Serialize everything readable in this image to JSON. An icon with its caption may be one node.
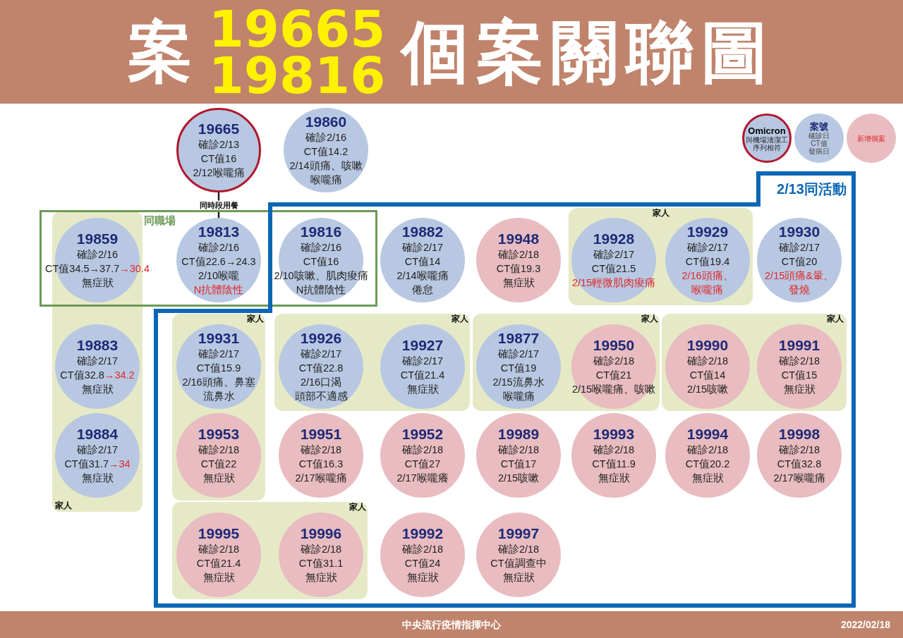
{
  "diagram": {
    "title": "案19665 19816個案關聯圖",
    "nodes": [
      {
        "text": [
          "19665",
          "確診2/13",
          "CT值16",
          "2/12喉嚨痛"
        ]
      },
      {
        "text": [
          "19860",
          "確診2/16",
          "CT值14.2",
          "2/14頭痛、咳嗽",
          "喉嚨痛"
        ]
      },
      {
        "text": [
          "2/13同活動"
        ]
      },
      {
        "text": [
          "同職場"
        ]
      },
      {
        "text": [
          "家人"
        ]
      },
      {
        "text": [
          "19859",
          "確診2/16",
          "CT值34.5→37.7",
          "→30.4",
          "無症狀"
        ]
      },
      {
        "text": [
          "19813",
          "確診2/16",
          "CT值22.6→24.3",
          "2/10喉嚨",
          "N抗體陰性"
        ],
        "in": 3
      },
      {
        "text": [
          "19816",
          "確診2/16",
          "CT值16",
          "2/10咳嗽、肌肉痠痛",
          "N抗體陰性"
        ]
      },
      {
        "text": [
          "19882",
          "確診2/17",
          "CT值14",
          "2/14喉嚨痛",
          "倦怠"
        ],
        "in": 2
      },
      {
        "text": [
          "19948",
          "確診2/18",
          "CT值19.3",
          "無症狀"
        ],
        "in": 2
      },
      {
        "text": [
          "家人"
        ],
        "in": 2
      },
      {
        "text": [
          "19928",
          "確診2/17",
          "CT值21.5",
          "2/15輕微肌肉痠痛"
        ],
        "in": 10
      },
      {
        "text": [
          "19929",
          "確診2/17",
          "CT值19.4",
          "2/16頭痛、喉嚨痛"
        ],
        "in": 10
      },
      {
        "text": [
          "19930",
          "確診2/17",
          "CT值20",
          "2/15頭痛&暈、發燒"
        ],
        "in": 2
      },
      {
        "text": [
          "19883",
          "確診2/17",
          "CT值32.8",
          "→34.2",
          "無症狀"
        ],
        "in": 4
      },
      {
        "text": [
          "家人"
        ],
        "in": 2
      },
      {
        "text": [
          "19931",
          "確診2/17",
          "CT值15.9",
          "2/16頭痛、鼻塞",
          "流鼻水"
        ],
        "in": 15
      },
      {
        "text": [
          "家人"
        ],
        "in": 2
      },
      {
        "text": [
          "19926",
          "確診2/17",
          "CT值22.8",
          "2/16口渴",
          "頭部不適感"
        ],
        "in": 17
      },
      {
        "text": [
          "19927",
          "確診2/17",
          "CT值21.4",
          "無症狀"
        ],
        "in": 17
      },
      {
        "text": [
          "家人"
        ],
        "in": 2
      },
      {
        "text": [
          "19877",
          "確診2/17",
          "CT值19",
          "2/15流鼻水",
          "喉嚨痛"
        ],
        "in": 20
      },
      {
        "text": [
          "19950",
          "確診2/18",
          "CT值21",
          "2/15喉嚨痛、咳嗽"
        ],
        "in": 20
      },
      {
        "text": [
          "家人"
        ],
        "in": 2
      },
      {
        "text": [
          "19990",
          "確診2/18",
          "CT值14",
          "2/15咳嗽"
        ],
        "in": 23
      },
      {
        "text": [
          "19991",
          "確診2/18",
          "CT值15",
          "無症狀"
        ],
        "in": 23
      },
      {
        "text": [
          "19884",
          "確診2/17",
          "CT值31.7",
          "→34",
          "無症狀"
        ],
        "in": 4
      },
      {
        "text": [
          "19953",
          "確診2/18",
          "CT值22",
          "無症狀"
        ],
        "in": 15
      },
      {
        "text": [
          "19951",
          "確診2/18",
          "CT值16.3",
          "2/17喉嚨痛"
        ],
        "in": 2
      },
      {
        "text": [
          "19952",
          "確診2/18",
          "CT值27",
          "2/17喉嚨癢"
        ],
        "in": 2
      },
      {
        "text": [
          "19989",
          "確診2/18",
          "CT值17",
          "2/15咳嗽"
        ],
        "in": 2
      },
      {
        "text": [
          "19993",
          "確診2/18",
          "CT值11.9",
          "無症狀"
        ],
        "in": 2
      },
      {
        "text": [
          "19994",
          "確診2/18",
          "CT值20.2",
          "無症狀"
        ],
        "in": 2
      },
      {
        "text": [
          "19998",
          "確診2/18",
          "CT值32.8",
          "2/17喉嚨痛"
        ],
        "in": 2
      },
      {
        "text": [
          "家人"
        ],
        "in": 2
      },
      {
        "text": [
          "19995",
          "確診2/18",
          "CT值21.4",
          "無症狀"
        ],
        "in": 34
      },
      {
        "text": [
          "19996",
          "確診2/18",
          "CT值31.1",
          "無症狀"
        ],
        "in": 34
      },
      {
        "text": [
          "19992",
          "確診2/18",
          "CT值24",
          "無症狀"
        ],
        "in": 2
      },
      {
        "text": [
          "19997",
          "確診2/18",
          "CT值調查中",
          "無症狀"
        ],
        "in": 2
      }
    ],
    "edges": [
      {
        "from": 0,
        "to": 6,
        "arrow": "none",
        "label": "同時段用餐"
      }
    ],
    "labels": [
      "中央流行疫情指揮中心",
      "2022/02/18"
    ],
    "legend": [
      {
        "text": "**Omicron** 與機場清潔工序列相符"
      },
      {
        "text": "**案號**確診日CT值發病日",
        "color": "#b8c8e2"
      },
      {
        "text": "新增個案",
        "color": "#e8bcc0"
      }
    ]
  }
}
